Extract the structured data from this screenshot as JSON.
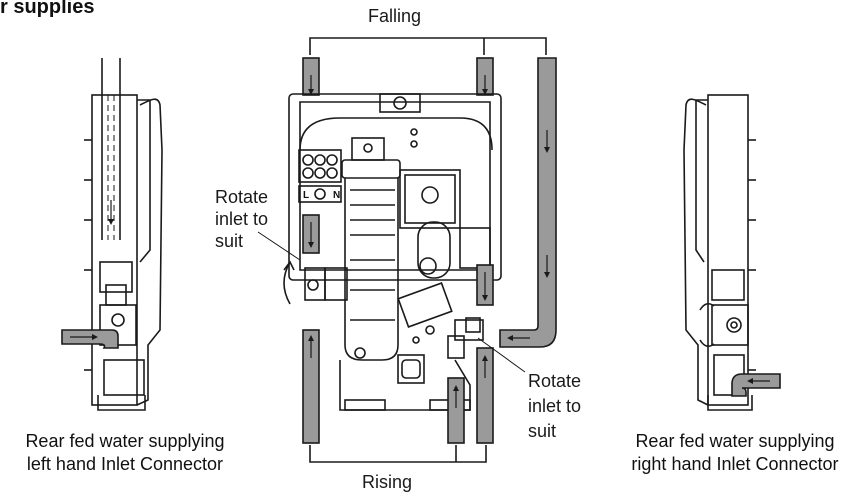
{
  "header": {
    "title": "r supplies"
  },
  "labels": {
    "falling": "Falling",
    "rising": "Rising",
    "rotate_left": [
      "Rotate",
      "inlet to",
      "suit"
    ],
    "rotate_right": [
      "Rotate",
      "inlet to",
      "suit"
    ],
    "terminal_left": "L",
    "terminal_right": "N"
  },
  "captions": {
    "left": [
      "Rear fed water supplying",
      "left hand Inlet Connector"
    ],
    "right": [
      "Rear fed water supplying",
      "right hand Inlet Connector"
    ]
  },
  "colors": {
    "pipe_fill": "#9a9a9a",
    "line": "#1a1a1a",
    "background": "#ffffff"
  }
}
